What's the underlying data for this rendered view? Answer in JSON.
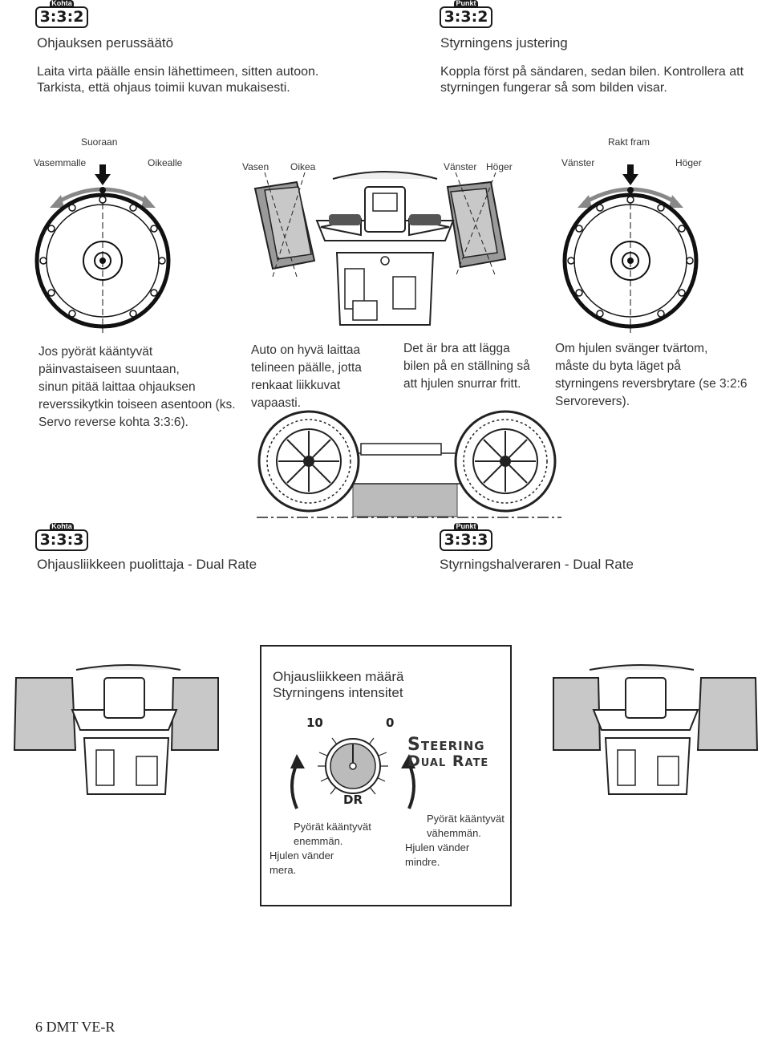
{
  "section1": {
    "fi_badge": {
      "tag": "Kohta",
      "num": "3:3:2"
    },
    "sv_badge": {
      "tag": "Punkt",
      "num": "3:3:2"
    },
    "fi_title": "Ohjauksen perussäätö",
    "sv_title": "Styrningens justering",
    "fi_text_1": "Laita virta päälle ensin lähettimeen, sitten autoon.",
    "fi_text_2": "Tarkista, että ohjaus toimii kuvan mukaisesti.",
    "sv_text_1": "Koppla först på sändaren, sedan bilen. Kontrollera att",
    "sv_text_2": "styrningen fungerar så som bilden visar."
  },
  "labels": {
    "suoraan": "Suoraan",
    "vasemmalle": "Vasemmalle",
    "oikealle": "Oikealle",
    "vasen": "Vasen",
    "oikea": "Oikea",
    "vanster1": "Vänster",
    "hoger1": "Höger",
    "rakt_fram": "Rakt fram",
    "vanster2": "Vänster",
    "hoger2": "Höger"
  },
  "columns": {
    "c1": [
      "Jos pyörät kääntyvät",
      "päinvastaiseen suuntaan,",
      "sinun pitää laittaa ohjauksen",
      "reverssikytkin toiseen asentoon (ks.",
      "Servo reverse kohta 3:3:6)."
    ],
    "c2": [
      "Auto on hyvä laittaa",
      "telineen päälle, jotta",
      "renkaat liikkuvat",
      "vapaasti."
    ],
    "c3": [
      "Det är bra att lägga",
      "bilen på en ställning så",
      "att hjulen snurrar fritt."
    ],
    "c4": [
      "Om hjulen svänger tvärtom,",
      "måste du byta läget på",
      "styrningens reversbrytare (se 3:2:6",
      "Servorevers)."
    ]
  },
  "section2": {
    "fi_badge": {
      "tag": "Kohta",
      "num": "3:3:3"
    },
    "sv_badge": {
      "tag": "Punkt",
      "num": "3:3:3"
    },
    "fi_title": "Ohjausliikkeen puolittaja - Dual Rate",
    "sv_title": "Styrningshalveraren - Dual Rate"
  },
  "dial": {
    "box_title_1": "Ohjausliikkeen määrä",
    "box_title_2": "Styrningens intensitet",
    "max_label": "10",
    "min_label": "0",
    "dr_label": "DR",
    "logo_line1": "Steering",
    "logo_line2": "Dual Rate",
    "left_fi_1": "Pyörät kääntyvät",
    "left_fi_2": "enemmän.",
    "left_sv_1": "Hjulen vänder",
    "left_sv_2": "mera.",
    "right_fi_1": "Pyörät kääntyvät",
    "right_fi_2": "vähemmän.",
    "right_sv_1": "Hjulen vänder",
    "right_sv_2": "mindre."
  },
  "footer": {
    "page": "6 DMT VE-R"
  }
}
